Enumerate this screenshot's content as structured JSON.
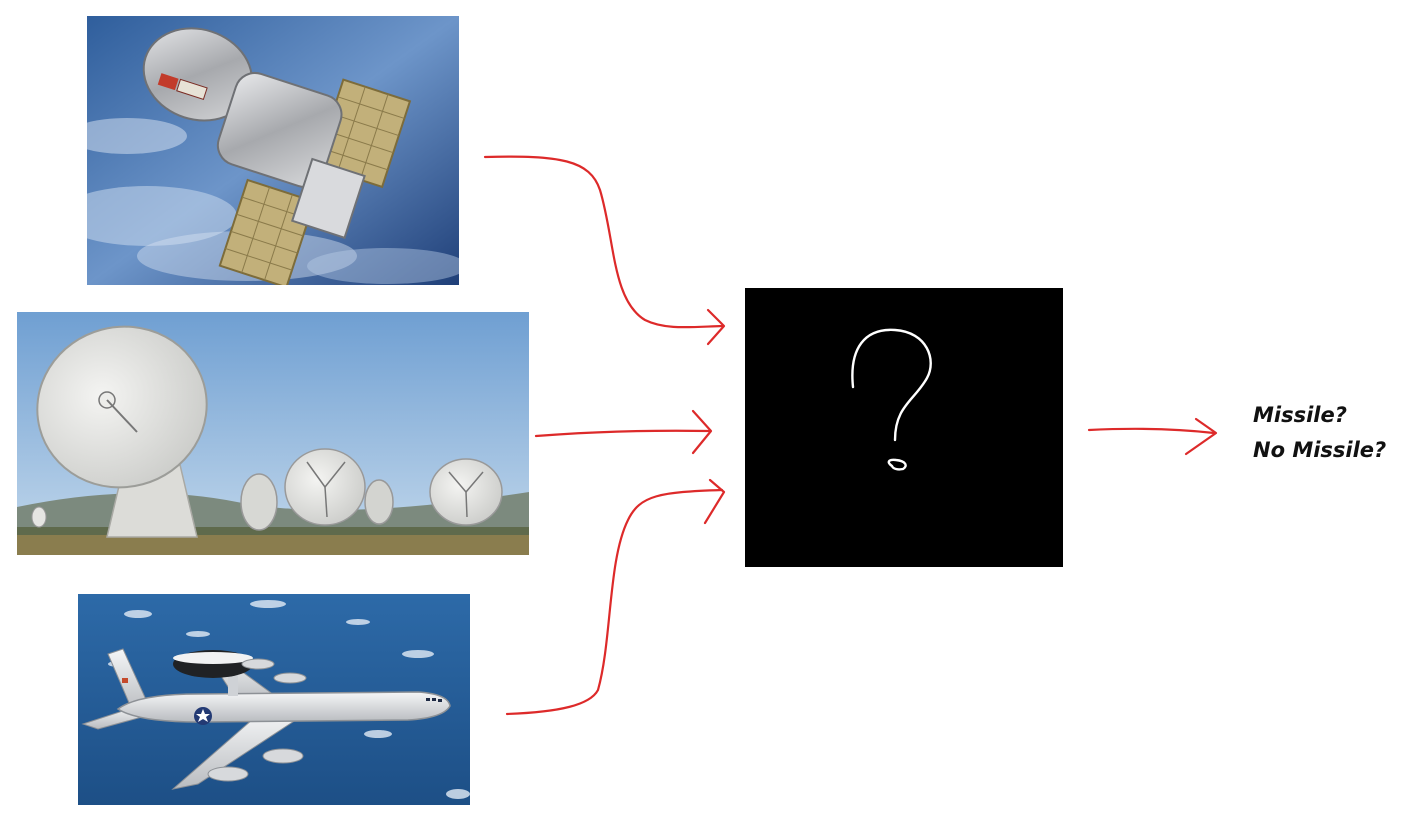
{
  "inputs": [
    {
      "icon": "satellite-photo"
    },
    {
      "icon": "radar-dish-array-photo"
    },
    {
      "icon": "awacs-aircraft-photo"
    }
  ],
  "model": {
    "icon": "question-mark-icon"
  },
  "output": {
    "labels": [
      "Missile?",
      "No Missile?"
    ]
  },
  "colors": {
    "arrow": "#dd2a2a",
    "box": "#000000",
    "question_mark": "#ffffff"
  }
}
